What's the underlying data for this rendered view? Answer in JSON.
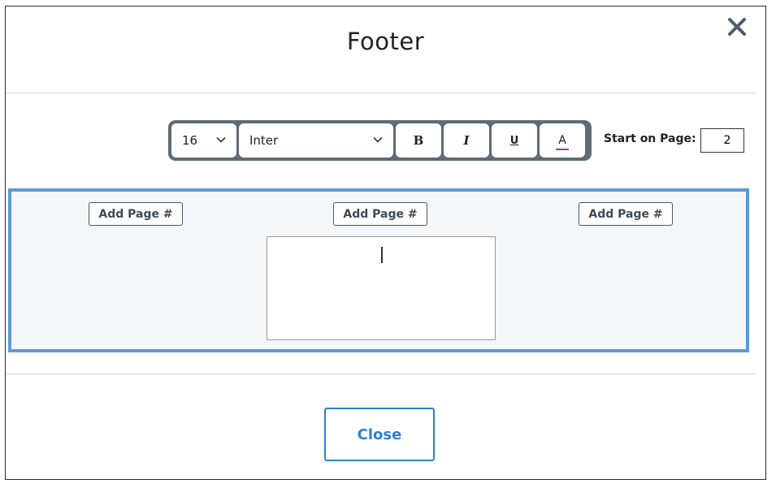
{
  "modal": {
    "title": "Footer",
    "close_icon": "close-x-icon"
  },
  "toolbar": {
    "font_size": "16",
    "font_family": "Inter",
    "bold_label": "B",
    "italic_label": "I",
    "underline_label": "U",
    "color_label": "A",
    "color_underline": "#b0339b"
  },
  "start_on_page": {
    "label": "Start on Page:",
    "value": "2"
  },
  "footer_area": {
    "add_left": "Add Page #",
    "add_center": "Add Page #",
    "add_right": "Add Page #",
    "center_text": "",
    "border_color": "#5b9bd5"
  },
  "actions": {
    "close_label": "Close",
    "accent": "#2f7fd6"
  }
}
